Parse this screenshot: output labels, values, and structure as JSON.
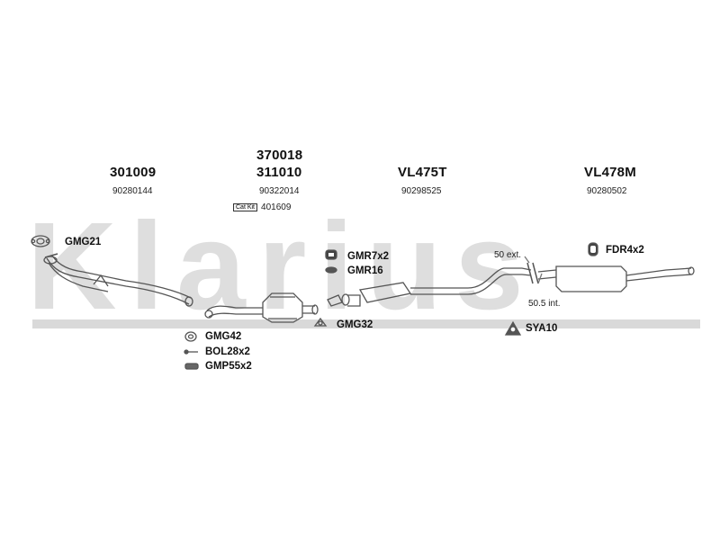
{
  "watermark": "Klarius",
  "sections": [
    {
      "part": "301009",
      "oe": "90280144"
    },
    {
      "part_top": "370018",
      "part": "311010",
      "oe": "90322014",
      "catkit_label": "Cat Kit",
      "catkit_no": "401609"
    },
    {
      "part": "VL475T",
      "oe": "90298525"
    },
    {
      "part": "VL478M",
      "oe": "90280502"
    }
  ],
  "fittings": {
    "gmg21": "GMG21",
    "gmr7": "GMR7x2",
    "gmr16": "GMR16",
    "gmg32": "GMG32",
    "gmg42": "GMG42",
    "bol28": "BOL28x2",
    "gmp55": "GMP55x2",
    "fdr4": "FDR4x2",
    "sya10": "SYA10"
  },
  "dimensions": {
    "ext": "50 ext.",
    "int": "50.5 int."
  }
}
